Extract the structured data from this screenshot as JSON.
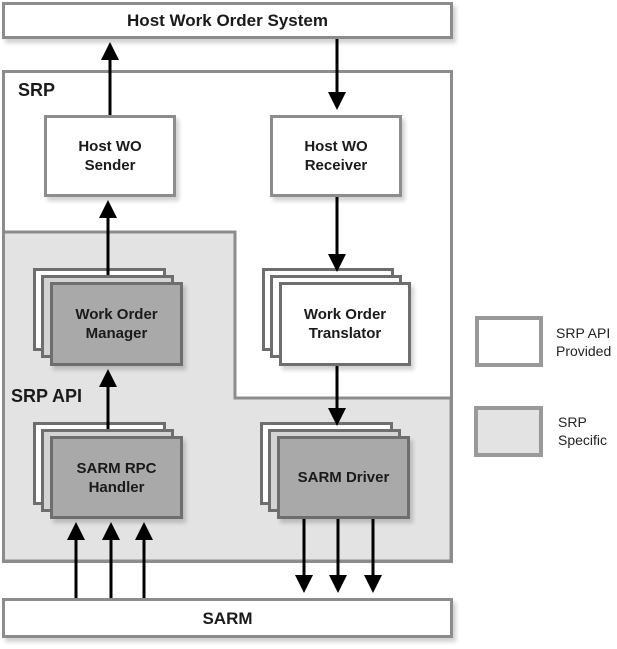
{
  "diagram": {
    "host_system": "Host Work Order System",
    "srp_label": "SRP",
    "srp_api_label": "SRP API",
    "sender": [
      "Host WO",
      "Sender"
    ],
    "receiver": [
      "Host WO",
      "Receiver"
    ],
    "manager": [
      "Work Order",
      "Manager"
    ],
    "translator": [
      "Work Order",
      "Translator"
    ],
    "rpc_handler": [
      "SARM RPC",
      "Handler"
    ],
    "driver": "SARM Driver",
    "sarm": "SARM"
  },
  "legend": [
    {
      "lines": [
        "SRP API",
        "Provided"
      ],
      "fill": "#ffffff"
    },
    {
      "lines": [
        "SRP",
        "Specific"
      ],
      "fill": "#e3e3e3"
    }
  ],
  "colors": {
    "border": "#8c8c8c",
    "specific_fill": "#e3e3e3",
    "component_dark": "#a9a9a9",
    "arrow": "#000000"
  }
}
